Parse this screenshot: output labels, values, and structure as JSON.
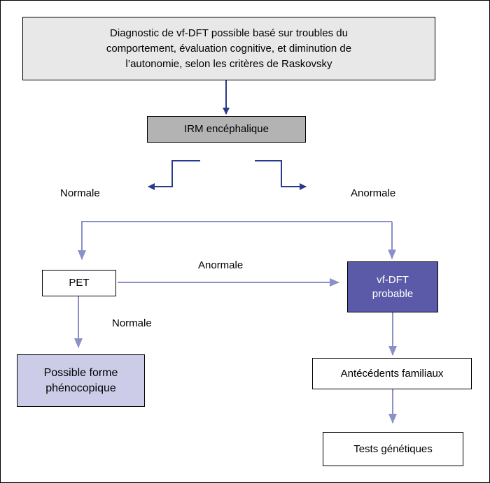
{
  "colors": {
    "dark_blue": "#2b3a8c",
    "light_blue": "#8b90c8",
    "grey_box": "#e8e8e8",
    "mid_grey_box": "#b3b3b3",
    "lavender_box": "#cccce8",
    "purple_box": "#5a5aa8"
  },
  "nodes": {
    "diagnostic_lines": [
      "Diagnostic de vf-DFT possible basé sur troubles du",
      "comportement, évaluation cognitive, et diminution de",
      "l’autonomie, selon les critères de Raskovsky"
    ],
    "irm": "IRM encéphalique",
    "pet": "PET",
    "vfdft_lines": [
      "vf-DFT",
      "probable"
    ],
    "phenocopy_lines": [
      "Possible forme",
      "phénocopique"
    ],
    "familial": "Antécédents familiaux",
    "genetic": "Tests génétiques"
  },
  "labels": {
    "irm_normal": "Normale",
    "irm_abnormal": "Anormale",
    "pet_abnormal": "Anormale",
    "pet_normal": "Normale"
  }
}
